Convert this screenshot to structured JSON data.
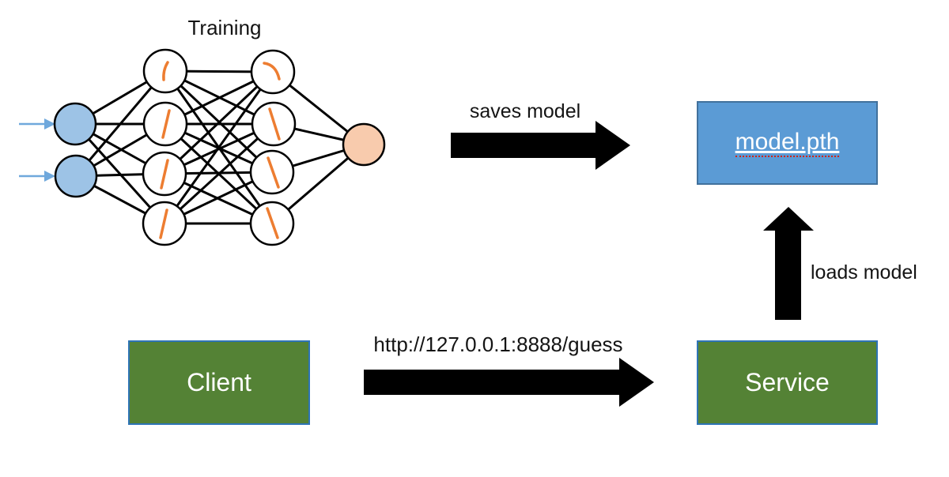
{
  "diagram": {
    "training_label": "Training",
    "network": {
      "title": "Training",
      "layers": [
        {
          "name": "input",
          "nodes": 2,
          "fill": "#9DC3E6"
        },
        {
          "name": "hidden-1",
          "nodes": 4,
          "fill": "#FFFFFF"
        },
        {
          "name": "hidden-2",
          "nodes": 4,
          "fill": "#FFFFFF"
        },
        {
          "name": "output",
          "nodes": 1,
          "fill": "#F8CBAD"
        }
      ],
      "fully_connected": true
    },
    "boxes": {
      "model": {
        "label": "model.pth",
        "fill": "#5B9BD5",
        "border": "#41719C",
        "text_style": "underlined-white-with-red-squiggle"
      },
      "client": {
        "label": "Client",
        "fill": "#548235",
        "border": "#2E74B5"
      },
      "service": {
        "label": "Service",
        "fill": "#548235",
        "border": "#2E74B5"
      }
    },
    "arrows": {
      "saves": {
        "label": "saves model",
        "direction": "right",
        "from": "neural-network",
        "to": "model.pth"
      },
      "loads": {
        "label": "loads model",
        "direction": "up",
        "from": "Service",
        "to": "model.pth"
      },
      "request": {
        "label": "http://127.0.0.1:8888/guess",
        "direction": "right",
        "from": "Client",
        "to": "Service"
      }
    }
  },
  "colors": {
    "input_node_fill": "#9DC3E6",
    "hidden_node_fill": "#FFFFFF",
    "output_node_fill": "#F8CBAD",
    "node_stroke": "#000000",
    "connection_line": "#000000",
    "activation_mark": "#ED7D31",
    "input_arrow": "#6FA8DC",
    "flow_arrow": "#000000",
    "model_box_fill": "#5B9BD5",
    "model_box_border": "#41719C",
    "green_box_fill": "#548235",
    "green_box_border": "#2E74B5",
    "spellcheck_squiggle": "#D02416",
    "text": "#141414"
  }
}
